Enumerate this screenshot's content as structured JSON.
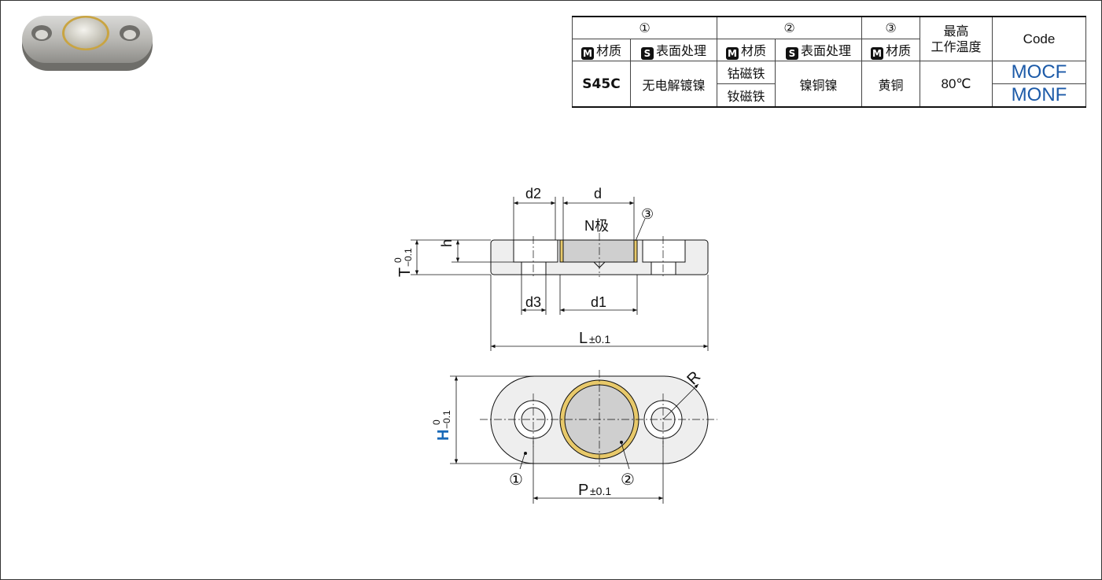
{
  "table": {
    "headers": {
      "col1": "①",
      "col2": "②",
      "col3": "③",
      "max_temp": "最高\n工作温度",
      "max_temp_l1": "最高",
      "max_temp_l2": "工作温度",
      "code": "Code"
    },
    "subheaders": {
      "m_badge": "M",
      "s_badge": "S",
      "material": "材质",
      "surface": "表面处理"
    },
    "row": {
      "material1": "S45C",
      "surface1": "无电解镀镍",
      "material2a": "钴磁铁",
      "material2b": "钕磁铁",
      "surface2": "镍铜镍",
      "material3": "黄铜",
      "temp": "80℃",
      "code_a": "MOCF",
      "code_b": "MONF"
    }
  },
  "drawing": {
    "labels": {
      "d2": "d2",
      "d": "d",
      "n_pole": "N极",
      "callout3": "③",
      "T": "T",
      "T_tol_upper": "0",
      "T_tol_lower": "−0.1",
      "h": "h",
      "d3": "d3",
      "d1": "d1",
      "L": "L",
      "L_tol": "±0.1",
      "R": "R",
      "H": "H",
      "H_tol_upper": "0",
      "H_tol_lower": "−0.1",
      "callout1": "①",
      "callout2": "②",
      "P": "P",
      "P_tol": "±0.1"
    },
    "colors": {
      "H_label": "#1a6ab8",
      "brass": "#e8c96a",
      "magnet": "#cfcfcf",
      "body": "#eeeeee"
    }
  }
}
